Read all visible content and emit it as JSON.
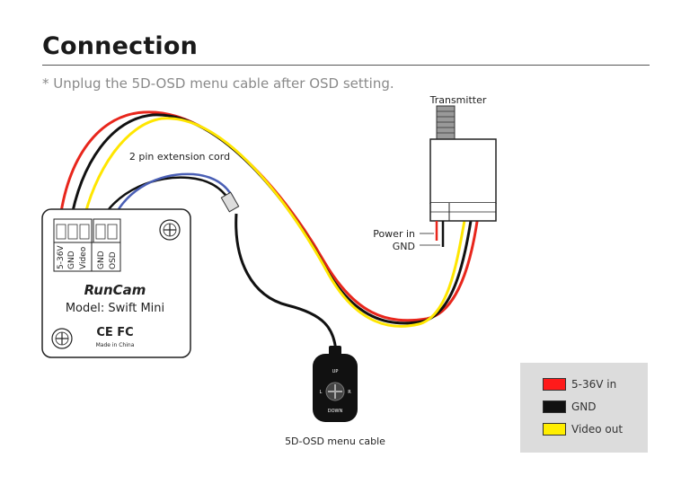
{
  "header": {
    "title": "Connection",
    "note": "* Unplug the 5D-OSD menu cable after OSD setting."
  },
  "diagram": {
    "transmitter_label": "Transmitter",
    "extension_label": "2 pin extension cord",
    "power_in_label": "Power in",
    "gnd_label": "GND",
    "menu_cable_label": "5D-OSD menu cable",
    "camera": {
      "brand": "RunCam",
      "model": "Model: Swift Mini",
      "cert": "CE FC",
      "made_in": "Made in China",
      "pins": [
        "5-36V",
        "GND",
        "Video",
        "GND",
        "OSD"
      ]
    },
    "joystick": {
      "up": "UP",
      "down": "DOWN",
      "left": "L",
      "right": "R"
    }
  },
  "legend": {
    "items": [
      {
        "label": "5-36V in",
        "color": "#ff1a1a"
      },
      {
        "label": "GND",
        "color": "#111111"
      },
      {
        "label": "Video out",
        "color": "#ffee00"
      }
    ]
  },
  "colors": {
    "red": "#e8261c",
    "black": "#111111",
    "yellow": "#ffe600",
    "blue": "#4a5fb5"
  }
}
